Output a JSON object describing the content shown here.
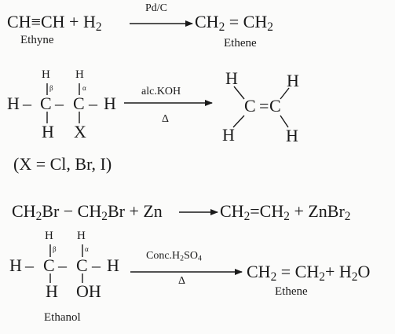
{
  "r1": {
    "lhs_a": "CH",
    "triple": "≡",
    "lhs_b": "CH + H",
    "lhs_sub": "2",
    "reagent": "Pd/C",
    "rhs_a": "CH",
    "rhs_sub1": "2",
    "rhs_eq": " = CH",
    "rhs_sub2": "2",
    "label_left": "Ethyne",
    "label_right": "Ethene"
  },
  "r2": {
    "H": "H",
    "C": "C",
    "X": "X",
    "dash": "–",
    "beta": "β",
    "alpha": "α",
    "reagent": "alc.KOH",
    "delta": "Δ",
    "product_double": "=",
    "note": "(X = Cl, Br, I)"
  },
  "r3": {
    "a": "CH",
    "s1": "2",
    "b": "Br − CH",
    "s2": "2",
    "c": "Br + Zn",
    "d": "CH",
    "s3": "2",
    "e": "=CH",
    "s4": "2",
    "f": " + ZnBr",
    "s5": "2"
  },
  "r4": {
    "OH": "OH",
    "reagent_a": "Conc.H",
    "reagent_s1": "2",
    "reagent_b": "SO",
    "reagent_s2": "4",
    "delta": "Δ",
    "p_a": "CH",
    "p_s1": "2",
    "p_b": " = CH",
    "p_s2": "2",
    "p_c": "+ H",
    "p_s3": "2",
    "p_d": "O",
    "label_product": "Ethene",
    "label_reactant": "Ethanol"
  }
}
